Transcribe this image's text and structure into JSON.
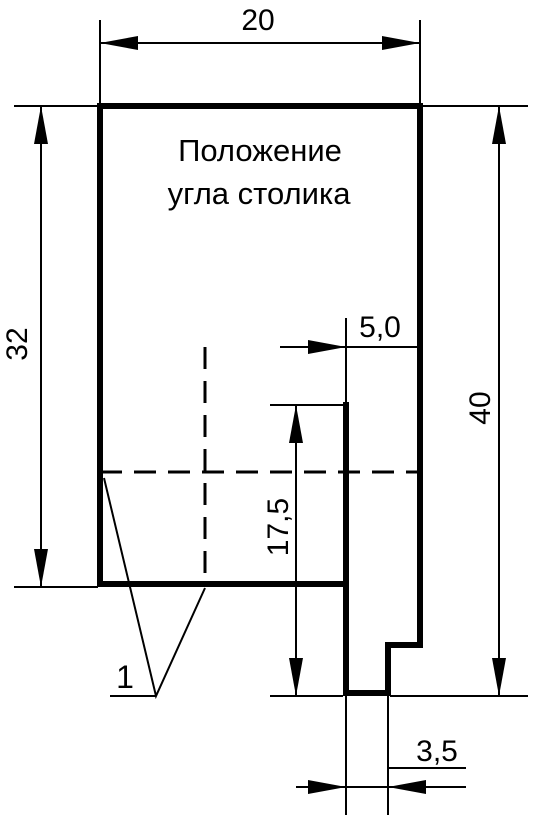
{
  "title_lines": [
    "Положение",
    "угла столика"
  ],
  "dimensions": {
    "top_width": "20",
    "left_height": "32",
    "right_height": "40",
    "notch_offset": "5,0",
    "inner_height": "17,5",
    "bottom_width": "3,5"
  },
  "leader_label": "1",
  "colors": {
    "line": "#000000",
    "background": "#ffffff"
  }
}
